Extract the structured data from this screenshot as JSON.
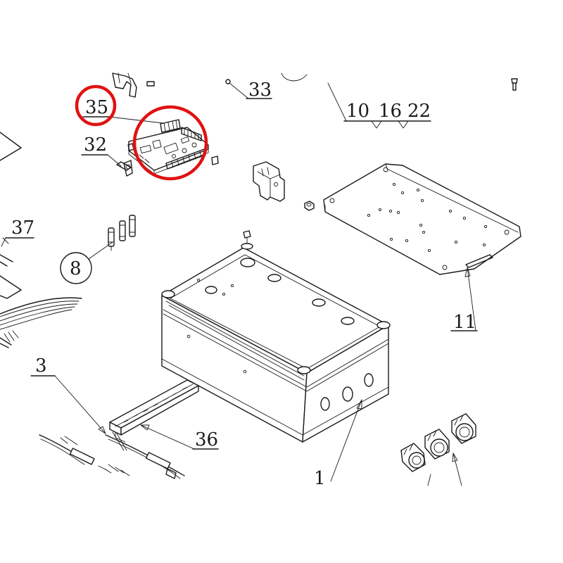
{
  "labels": {
    "l33": "33",
    "l35": "35",
    "l32": "32",
    "l10": "10",
    "l16": "16",
    "l22": "22",
    "l37": "37",
    "l8": "8",
    "l11": "11",
    "l3": "3",
    "l36": "36",
    "l1": "1"
  },
  "highlight_color": "#e01212",
  "highlighted_parts": [
    "35"
  ]
}
